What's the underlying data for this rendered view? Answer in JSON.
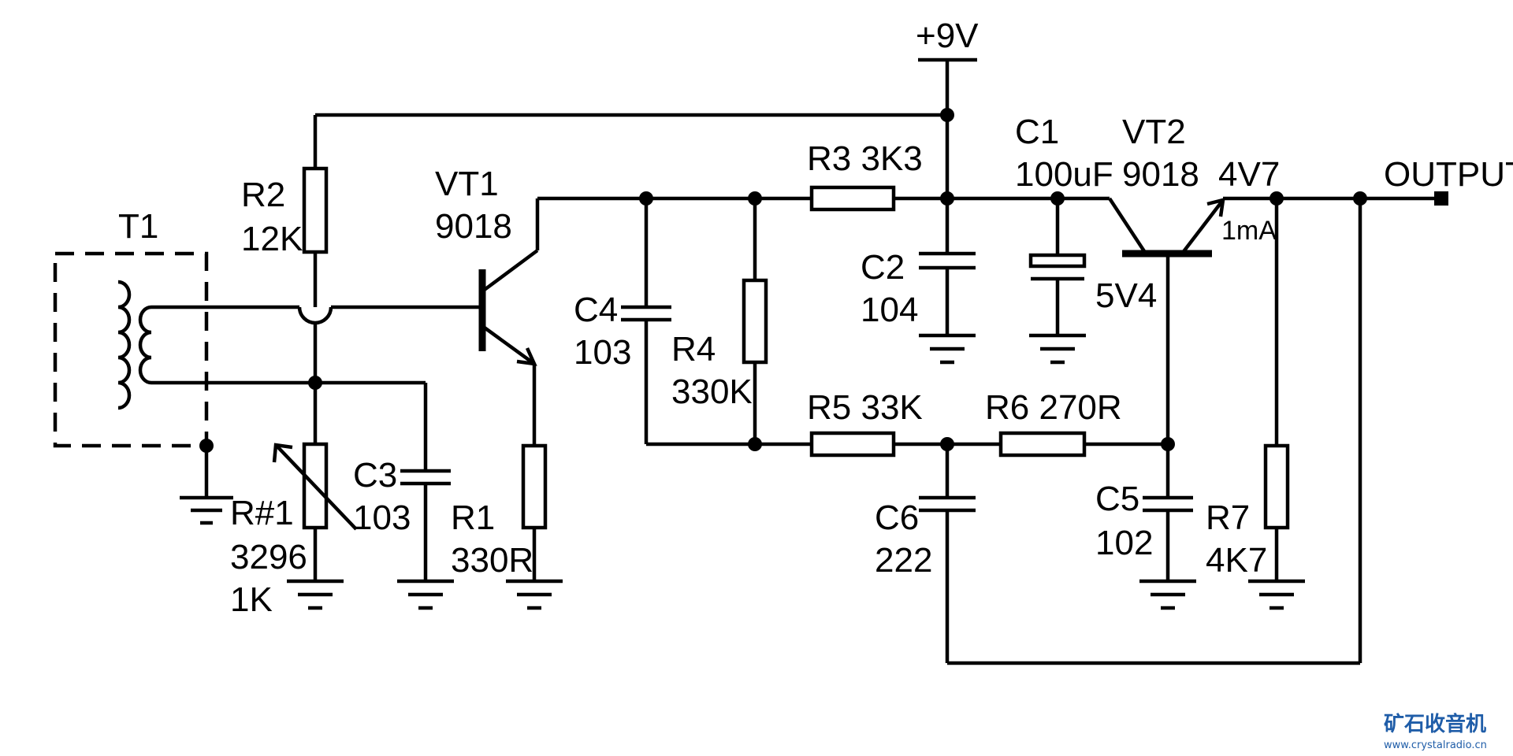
{
  "labels": {
    "supply": "+9V",
    "output": "OUTPUT",
    "t1": "T1",
    "r2_name": "R2",
    "r2_value": "12K",
    "vt1_name": "VT1",
    "vt1_part": "9018",
    "rp1_name": "R#1",
    "rp1_part": "3296",
    "rp1_value": "1K",
    "c3_name": "C3",
    "c3_value": "103",
    "r1_name": "R1",
    "r1_value": "330R",
    "c4_name": "C4",
    "c4_value": "103",
    "r4_name": "R4",
    "r4_value": "330K",
    "r3": "R3 3K3",
    "c2_name": "C2",
    "c2_value": "104",
    "c1_name": "C1",
    "c1_value": "100uF",
    "c1_voltage": "5V4",
    "vt2_name": "VT2",
    "vt2_part": "9018",
    "emitter_voltage": "4V7",
    "emitter_current": "1mA",
    "r5": "R5 33K",
    "r6": "R6 270R",
    "c6_name": "C6",
    "c6_value": "222",
    "c5_name": "C5",
    "c5_value": "102",
    "r7_name": "R7",
    "r7_value": "4K7"
  },
  "watermark": {
    "title": "矿石收音机",
    "url": "www.crystalradio.cn",
    "color": "#1f5da8"
  }
}
